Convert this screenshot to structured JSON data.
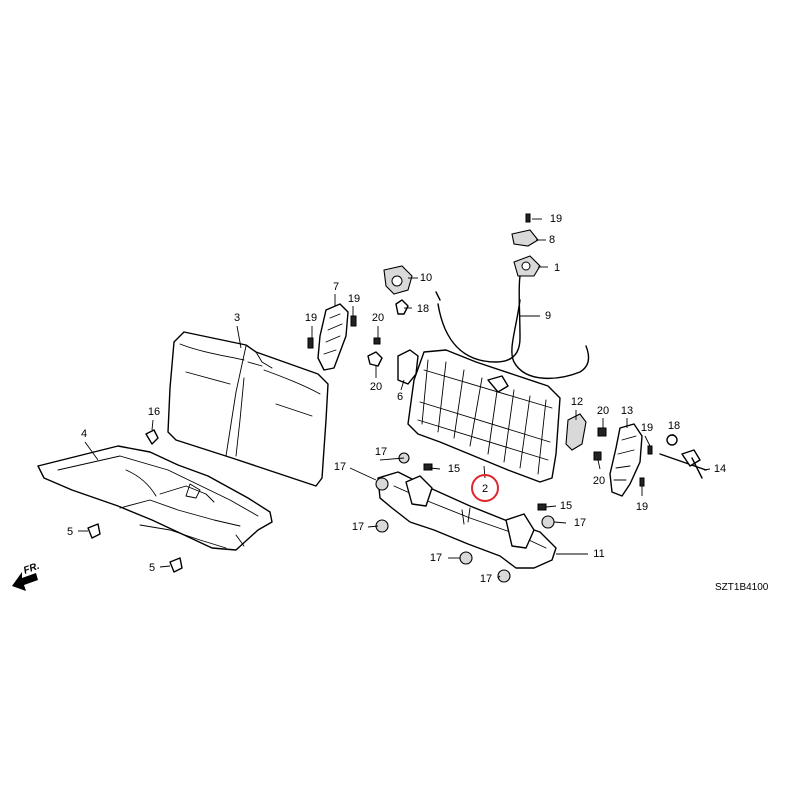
{
  "diagram": {
    "code": "SZT1B4100",
    "front_label": "FR.",
    "highlighted_callout": "2",
    "highlight_color": "#e1262b",
    "callouts": [
      {
        "id": "c19a",
        "label": "19"
      },
      {
        "id": "c8",
        "label": "8"
      },
      {
        "id": "c1",
        "label": "1"
      },
      {
        "id": "c10",
        "label": "10"
      },
      {
        "id": "c18a",
        "label": "18"
      },
      {
        "id": "c7",
        "label": "7"
      },
      {
        "id": "c19b",
        "label": "19"
      },
      {
        "id": "c19c",
        "label": "19"
      },
      {
        "id": "c20a",
        "label": "20"
      },
      {
        "id": "c20b",
        "label": "20"
      },
      {
        "id": "c9",
        "label": "9"
      },
      {
        "id": "c3",
        "label": "3"
      },
      {
        "id": "c6",
        "label": "6"
      },
      {
        "id": "c12",
        "label": "12"
      },
      {
        "id": "c20c",
        "label": "20"
      },
      {
        "id": "c13",
        "label": "13"
      },
      {
        "id": "c19d",
        "label": "19"
      },
      {
        "id": "c18b",
        "label": "18"
      },
      {
        "id": "c16",
        "label": "16"
      },
      {
        "id": "c4",
        "label": "4"
      },
      {
        "id": "c17a",
        "label": "17"
      },
      {
        "id": "c17b",
        "label": "17"
      },
      {
        "id": "c15a",
        "label": "15"
      },
      {
        "id": "c2",
        "label": "2"
      },
      {
        "id": "c20d",
        "label": "20"
      },
      {
        "id": "c19e",
        "label": "19"
      },
      {
        "id": "c14",
        "label": "14"
      },
      {
        "id": "c15b",
        "label": "15"
      },
      {
        "id": "c17c",
        "label": "17"
      },
      {
        "id": "c17d",
        "label": "17"
      },
      {
        "id": "c11",
        "label": "11"
      },
      {
        "id": "c17e",
        "label": "17"
      },
      {
        "id": "c17f",
        "label": "17"
      },
      {
        "id": "c5a",
        "label": "5"
      },
      {
        "id": "c5b",
        "label": "5"
      }
    ]
  }
}
